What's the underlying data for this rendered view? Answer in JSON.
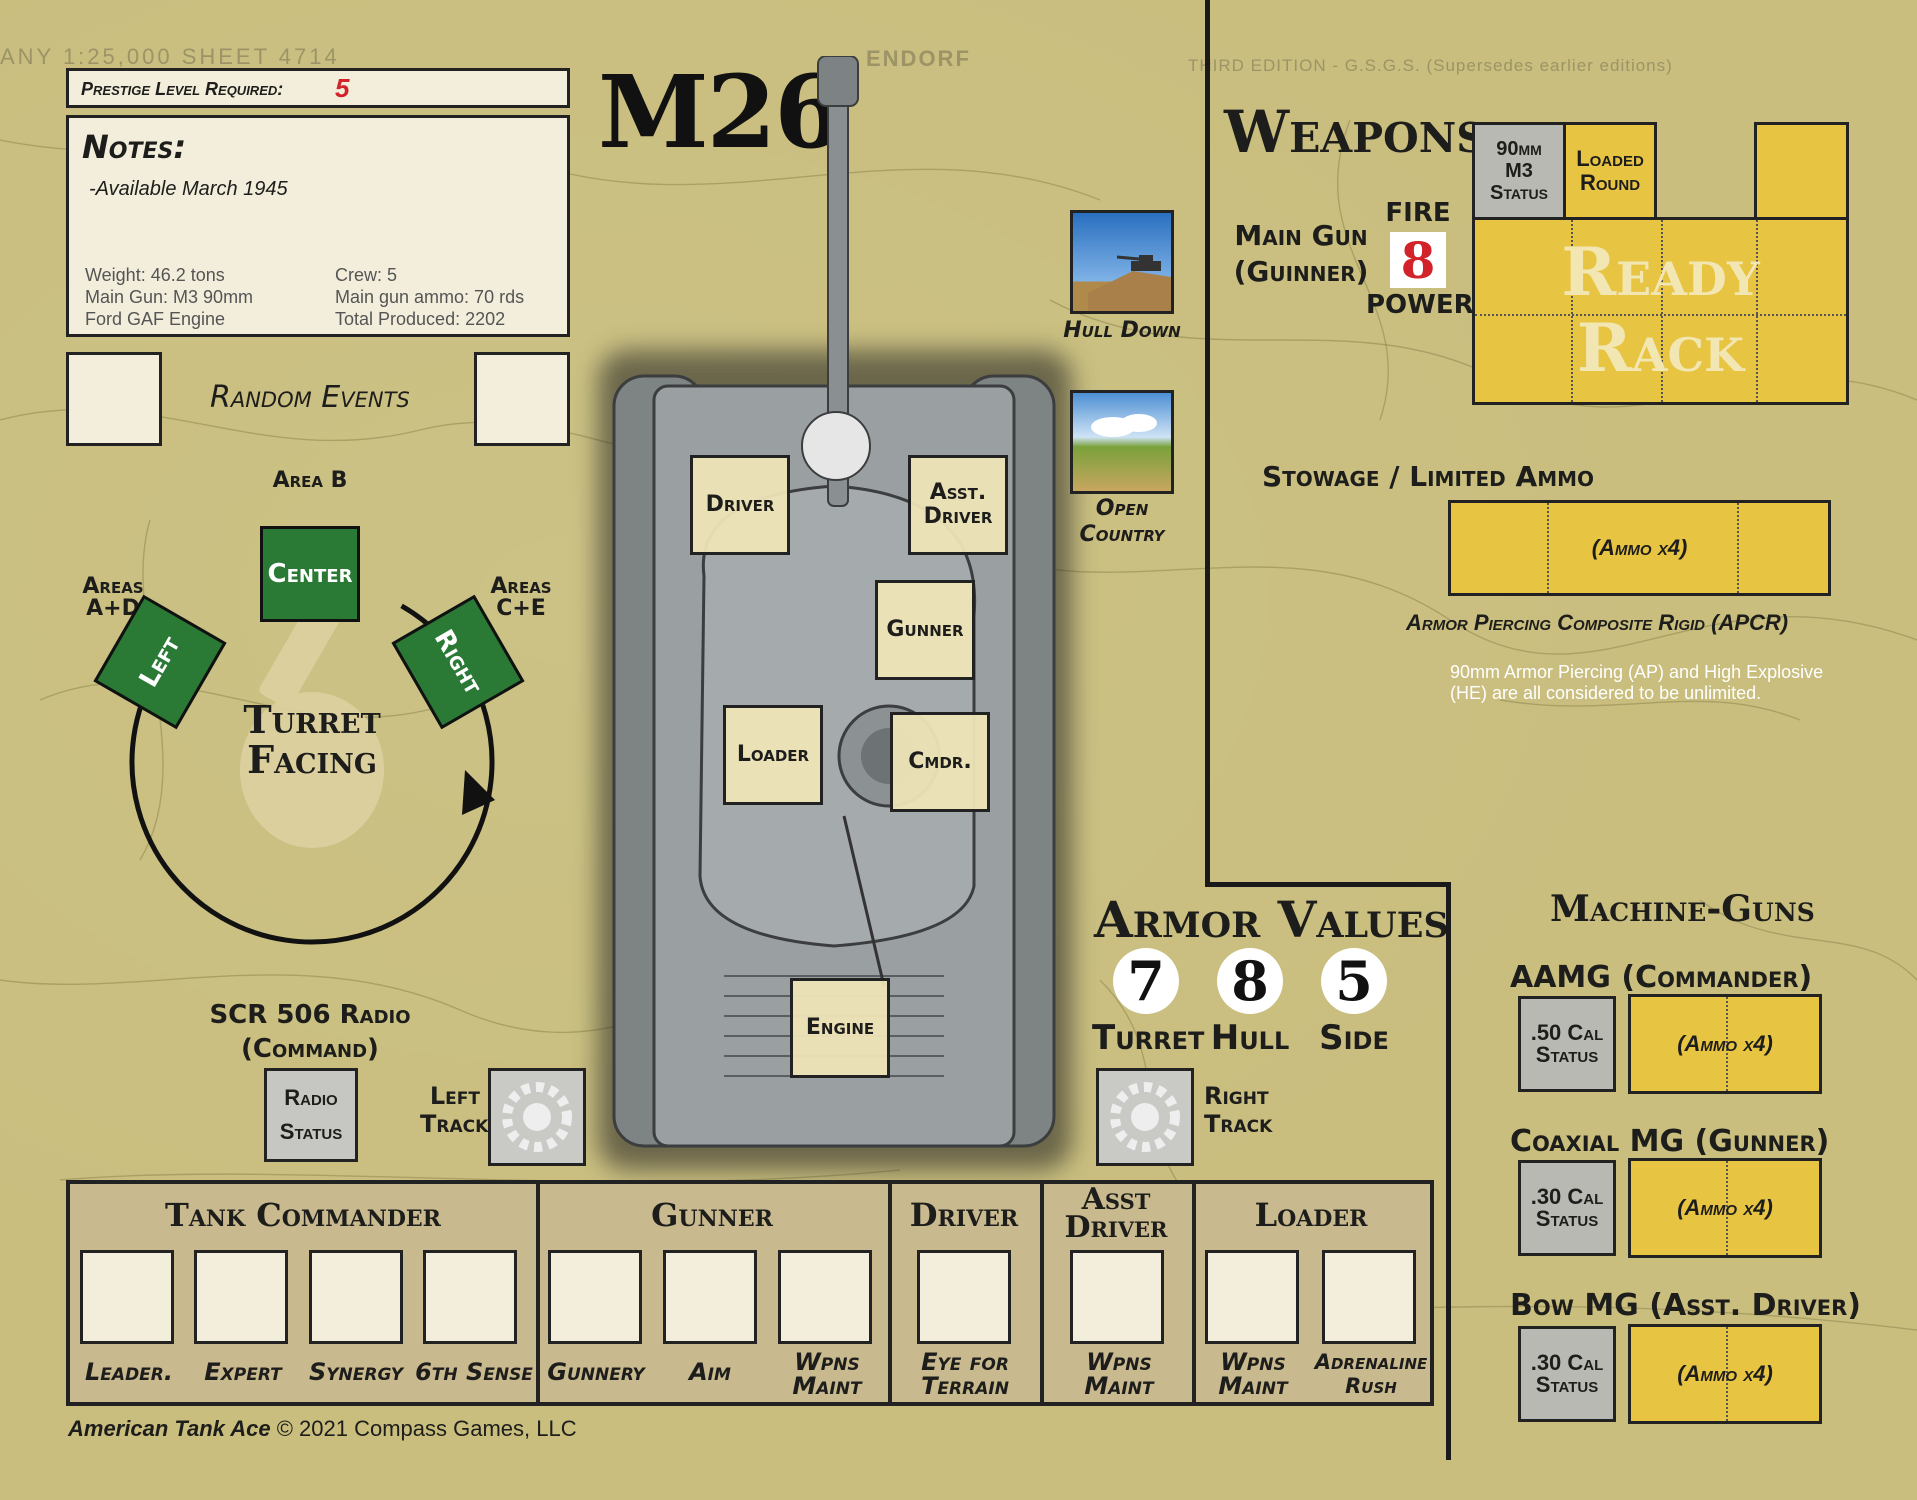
{
  "map": {
    "sheet_text": "ANY  1:25,000   SHEET  4714",
    "town": "ENDORF",
    "edition": "THIRD EDITION - G.S.G.S. (Supersedes earlier editions)"
  },
  "prestige": {
    "label": "Prestige Level Required:",
    "value": "5"
  },
  "notes": {
    "title": "Notes:",
    "available": "-Available March 1945",
    "weight": "Weight: 46.2 tons",
    "main_gun": "Main Gun: M3 90mm",
    "engine": "Ford GAF Engine",
    "crew": "Crew: 5",
    "ammo": "Main gun ammo: 70 rds",
    "produced": "Total Produced: 2202"
  },
  "tank_name": "M26",
  "random_events": "Random Events",
  "turret": {
    "area_b": "Area B",
    "areas_ad": "Areas A+D",
    "areas_ce": "Areas C+E",
    "center": "Center",
    "left": "Left",
    "right": "Right",
    "facing_line1": "Turret",
    "facing_line2": "Facing"
  },
  "crew_positions": {
    "driver": "Driver",
    "asst_driver": "Asst. Driver",
    "gunner": "Gunner",
    "loader": "Loader",
    "cmdr": "Cmdr.",
    "engine": "Engine"
  },
  "terrain": {
    "hull_down": "Hull Down",
    "open_country": "Open Country"
  },
  "weapons": {
    "title": "Weapons",
    "main_gun_line1": "Main Gun",
    "main_gun_line2": "(Guinner)",
    "fire": "FIRE",
    "power": "POWER",
    "fire_power_value": "8",
    "status_line1": "90mm",
    "status_line2": "M3",
    "status_line3": "Status",
    "loaded_line1": "Loaded",
    "loaded_line2": "Round",
    "ready_line1": "Ready",
    "ready_line2": "Rack"
  },
  "stowage": {
    "title": "Stowage / Limited Ammo",
    "ammo": "(Ammo x4)",
    "apcr": "Armor Piercing Composite Rigid (APCR)",
    "note": "90mm Armor Piercing (AP) and High Explosive (HE) are all considered to be unlimited."
  },
  "armor": {
    "title": "Armor Values",
    "turret_value": "7",
    "hull_value": "8",
    "side_value": "5",
    "turret_label": "Turret",
    "hull_label": "Hull",
    "side_label": "Side"
  },
  "radio": {
    "title_line1": "SCR 506 Radio",
    "title_line2": "(Command)",
    "status_line1": "Radio",
    "status_line2": "Status"
  },
  "tracks": {
    "left_line1": "Left",
    "left_line2": "Track",
    "right_line1": "Right",
    "right_line2": "Track"
  },
  "machine_guns": {
    "title": "Machine-Guns",
    "aamg": "AAMG (Commander)",
    "aamg_status_1": ".50 Cal",
    "aamg_status_2": "Status",
    "coax": "Coaxial MG (Gunner)",
    "coax_status_1": ".30 Cal",
    "coax_status_2": "Status",
    "bow": "Bow MG (Asst. Driver)",
    "bow_status_1": ".30 Cal",
    "bow_status_2": "Status",
    "ammo": "(Ammo x4)"
  },
  "crew_skills": {
    "tank_commander": "Tank Commander",
    "gunner": "Gunner",
    "driver": "Driver",
    "asst_driver_1": "Asst",
    "asst_driver_2": "Driver",
    "loader": "Loader",
    "leader": "Leader.",
    "expert": "Expert",
    "synergy": "Synergy",
    "sixth_sense": "6th Sense",
    "gunnery": "Gunnery",
    "aim": "Aim",
    "wpns_maint_1": "Wpns",
    "wpns_maint_2": "Maint",
    "eye_1": "Eye for",
    "eye_2": "Terrain",
    "adrenaline_1": "Adrenaline",
    "adrenaline_2": "Rush"
  },
  "footer": {
    "title": "American Tank Ace",
    "copyright": "© 2021 Compass Games, LLC"
  },
  "colors": {
    "accent_red": "#d2232a",
    "crew_green": "#2a7a35",
    "yellow": "#e8c443",
    "grey": "#b9b9b4"
  }
}
